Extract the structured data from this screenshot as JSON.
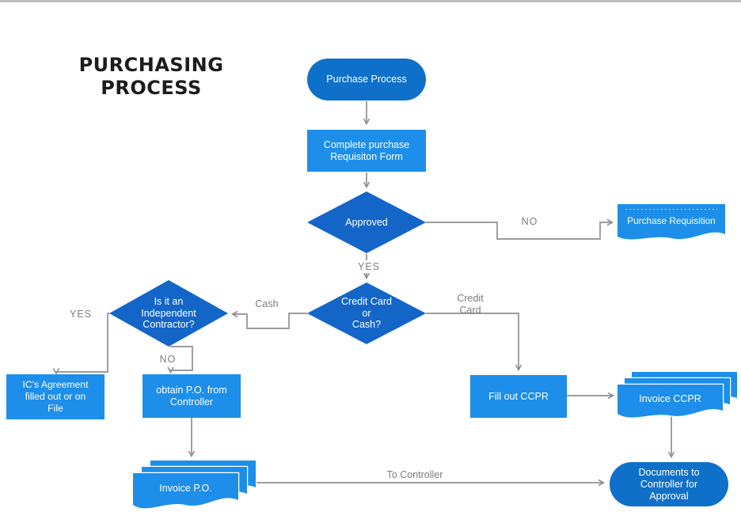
{
  "title": {
    "lines": [
      "PURCHASING",
      "PROCESS"
    ]
  },
  "colors": {
    "stadium_blue": "#0f70c9",
    "diamond_blue": "#1366c8",
    "bright_blue": "#1d8ee9",
    "connector_gray": "#8f8f8f",
    "edge_label_gray": "#7d7d7d",
    "top_bar_gray": "#bfbfbf",
    "title_black": "#1c1c1c",
    "node_text_white": "#ffffff"
  },
  "nodes": {
    "start": {
      "lines": [
        "Purchase Process"
      ]
    },
    "complete_form": {
      "lines": [
        "Complete purchase",
        "Requisiton Form"
      ]
    },
    "approved": {
      "lines": [
        "Approved"
      ]
    },
    "purchase_requisition": {
      "lines": [
        "Purchase Requisition"
      ]
    },
    "credit_or_cash": {
      "lines": [
        "Credit Card",
        "or",
        "Cash?"
      ]
    },
    "independent_contractor": {
      "lines": [
        "Is it an",
        "Independent",
        "Contractor?"
      ]
    },
    "ic_agreement": {
      "lines": [
        "IC's Agreement",
        "filled out or on",
        "File"
      ]
    },
    "obtain_po": {
      "lines": [
        "obtain P.O. from",
        "Controller"
      ]
    },
    "fill_ccpr": {
      "lines": [
        "Fill out CCPR"
      ]
    },
    "invoice_ccpr": {
      "lines": [
        "Invoice CCPR"
      ]
    },
    "invoice_po": {
      "lines": [
        "Invoice P.O."
      ]
    },
    "docs_to_controller": {
      "lines": [
        "Documents to",
        "Controller for",
        "Approval"
      ]
    }
  },
  "edge_labels": {
    "no_right": "NO",
    "yes_down": "YES",
    "cash": "Cash",
    "credit_card_lines": [
      "Credit",
      "Card"
    ],
    "yes_left": "YES",
    "no_left": "NO",
    "to_controller": "To Controller"
  }
}
